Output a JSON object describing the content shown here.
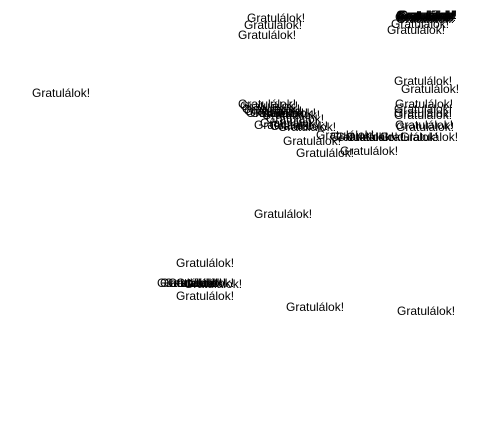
{
  "words": [
    {
      "text": "Gratulálok!"
    },
    {
      "text": "Gratulálok!"
    },
    {
      "text": "Gratulálok!"
    },
    {
      "text": "Gratulálok!"
    },
    {
      "text": "Gratulálok!"
    },
    {
      "text": "Gratulálok!"
    },
    {
      "text": "Gratulálok!"
    },
    {
      "text": "Gratulálok!"
    },
    {
      "text": "Gratulálok!"
    },
    {
      "text": "Gratulálok!"
    },
    {
      "text": "Gratulálok!"
    },
    {
      "text": "Gratulálok!"
    },
    {
      "text": "Gratulálok!"
    },
    {
      "text": "Gratulálok!"
    },
    {
      "text": "Gratulálok!"
    },
    {
      "text": "Gratulálok!"
    },
    {
      "text": "Gratulálok!"
    },
    {
      "text": "Gratulálok!"
    },
    {
      "text": "Gratulálok!"
    },
    {
      "text": "Gratulálok!"
    },
    {
      "text": "Gratulálok!"
    },
    {
      "text": "Gratulálok!"
    },
    {
      "text": "Gratulálok!"
    },
    {
      "text": "Gratulálok!"
    },
    {
      "text": "Gratulálok!"
    },
    {
      "text": "Gratulálok!"
    },
    {
      "text": "Gratulálok!"
    },
    {
      "text": "Gratulálok!"
    },
    {
      "text": "Gratulálok!"
    },
    {
      "text": "Gratulálok!"
    },
    {
      "text": "Gratulálok!"
    },
    {
      "text": "Gratulálok!"
    },
    {
      "text": "Gratulálok!"
    },
    {
      "text": "Gratulálok!"
    },
    {
      "text": "Gratulálok!"
    },
    {
      "text": "Gratulálok!"
    },
    {
      "text": "Gratulálok!"
    },
    {
      "text": "Gratulálok!"
    },
    {
      "text": "Gratulálok!"
    },
    {
      "text": "Gratulálok!"
    },
    {
      "text": "Gratulálok!"
    },
    {
      "text": "Gratulálok!"
    },
    {
      "text": "Gratulálok!"
    },
    {
      "text": "Gratulálok!"
    },
    {
      "text": "Gratulálok!"
    },
    {
      "text": "Gratulálok!"
    },
    {
      "text": "Gratulálok!"
    },
    {
      "text": "Gratulálok!"
    },
    {
      "text": "Gratulálok!"
    },
    {
      "text": "Gratulálok!"
    },
    {
      "text": "Gratulálok!"
    },
    {
      "text": "Gratulálok!"
    },
    {
      "text": "Gratulálok!"
    },
    {
      "text": "Gratulálok!"
    },
    {
      "text": "Gratulálok!"
    },
    {
      "text": "Gratulálok!"
    }
  ]
}
